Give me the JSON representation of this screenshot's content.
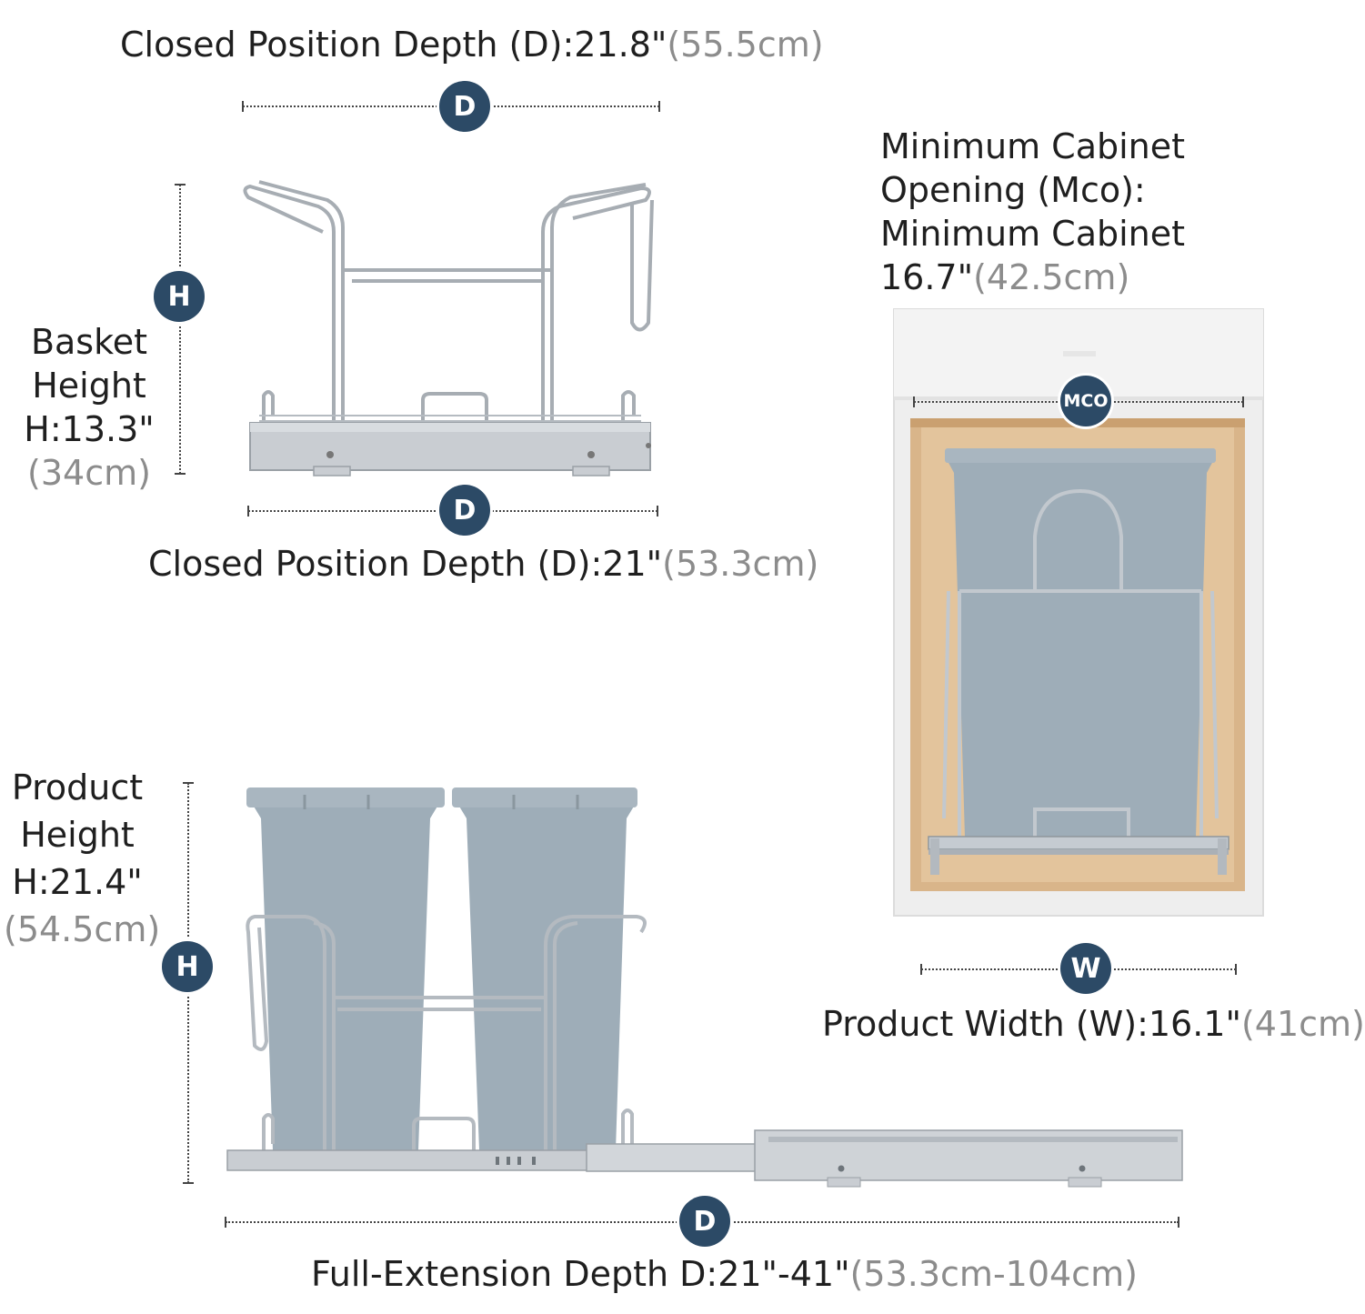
{
  "top": {
    "depth_label": "Closed Position Depth (D):21.8\"",
    "depth_metric": "(55.5cm)",
    "badge": "D"
  },
  "basket": {
    "height_lines": [
      "Basket",
      "Height",
      "H:13.3\""
    ],
    "height_metric": "(34cm)",
    "height_badge": "H",
    "depth_badge": "D",
    "depth_label": "Closed Position Depth (D):21\"",
    "depth_metric": "(53.3cm)"
  },
  "cabinet": {
    "lines": [
      "Minimum Cabinet",
      "Opening (Mco):",
      "Minimum Cabinet"
    ],
    "value": "16.7\"",
    "value_metric": "(42.5cm)",
    "badge": "MCO",
    "width_badge": "W",
    "width_label": "Product Width (W):16.1\"",
    "width_metric": "(41cm)"
  },
  "product": {
    "height_lines": [
      "Product",
      "Height",
      "H:21.4\""
    ],
    "height_metric": "(54.5cm)",
    "height_badge": "H",
    "depth_badge": "D",
    "depth_label": "Full-Extension Depth D:21\"-41\"",
    "depth_metric": "(53.3cm-104cm)"
  },
  "colors": {
    "badge": "#2c4a66",
    "bin": "#9eadb8",
    "chrome": "#b8bec4",
    "wood": "#d9b58a",
    "cabinet": "#eeeeee"
  }
}
